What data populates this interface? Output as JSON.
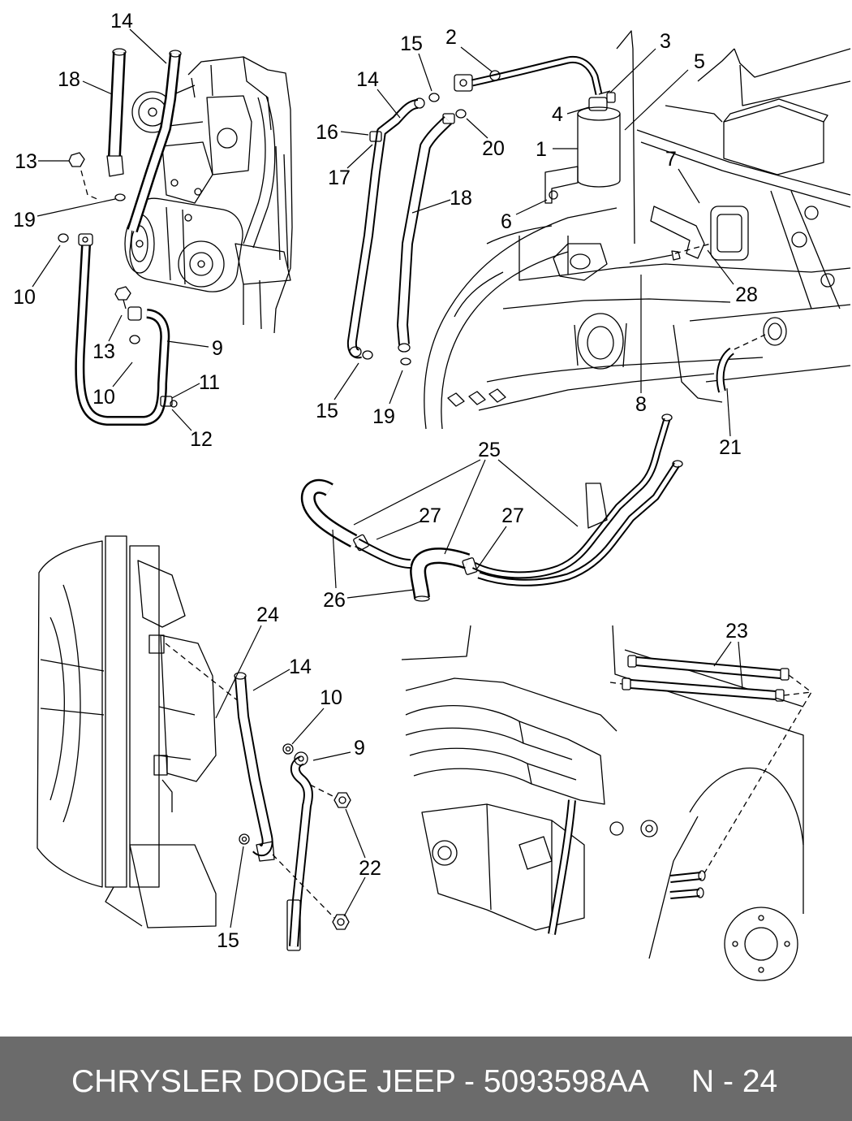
{
  "callouts": {
    "compressor_view": [
      "14",
      "18",
      "13",
      "19",
      "10",
      "13",
      "9",
      "10",
      "11",
      "12"
    ],
    "drier_view": [
      "15",
      "2",
      "3",
      "5",
      "14",
      "4",
      "16",
      "20",
      "1",
      "7",
      "17",
      "18",
      "6",
      "28",
      "15",
      "19",
      "8",
      "21"
    ],
    "hose_assembly_view": [
      "25",
      "27",
      "27",
      "26"
    ],
    "condenser_view": [
      "24",
      "14",
      "10",
      "9",
      "22",
      "15"
    ],
    "engine_bay_view": [
      "23"
    ]
  },
  "footer": {
    "title": "CHRYSLER DODGE JEEP - 5093598AA",
    "page": "N - 24"
  },
  "colors": {
    "footer_background": "#6b6b6b",
    "footer_text": "#ffffff",
    "line_art": "#000000"
  }
}
